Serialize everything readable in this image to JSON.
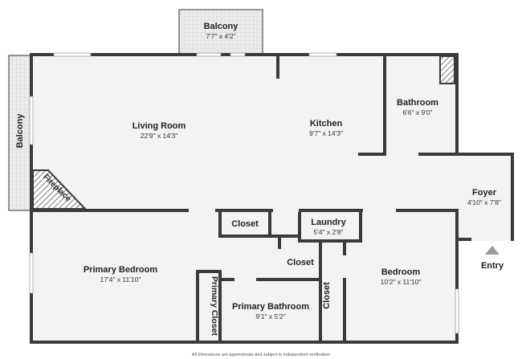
{
  "rooms": {
    "balcony_top": {
      "name": "Balcony",
      "dims": "7'7\" x 4'2\""
    },
    "balcony_left": {
      "name": "Balcony"
    },
    "living_room": {
      "name": "Living Room",
      "dims": "22'9\" x 14'3\""
    },
    "kitchen": {
      "name": "Kitchen",
      "dims": "9'7\" x 14'3\""
    },
    "bathroom": {
      "name": "Bathroom",
      "dims": "6'6\" x 9'0\""
    },
    "foyer": {
      "name": "Foyer",
      "dims": "4'10\" x 7'8\""
    },
    "fireplace": {
      "name": "Fireplace"
    },
    "closet_a": {
      "name": "Closet"
    },
    "laundry": {
      "name": "Laundry",
      "dims": "5'4\" x 2'8\""
    },
    "closet_b": {
      "name": "Closet"
    },
    "primary_bedroom": {
      "name": "Primary Bedroom",
      "dims": "17'4\" x 11'10\""
    },
    "primary_closet": {
      "name": "Primary Closet"
    },
    "primary_bathroom": {
      "name": "Primary Bathroom",
      "dims": "9'1\" x 5'2\""
    },
    "closet_c": {
      "name": "Closet"
    },
    "bedroom": {
      "name": "Bedroom",
      "dims": "10'2\" x 11'10\""
    }
  },
  "entry": {
    "label": "Entry"
  },
  "disclaimer": "All dimensions are approximate and subject to independent verification",
  "colors": {
    "wall": "#3a3a3a",
    "floor": "#f3f3f3",
    "balcony": "#e9e9e9",
    "entry_arrow": "#9a9a9a"
  }
}
